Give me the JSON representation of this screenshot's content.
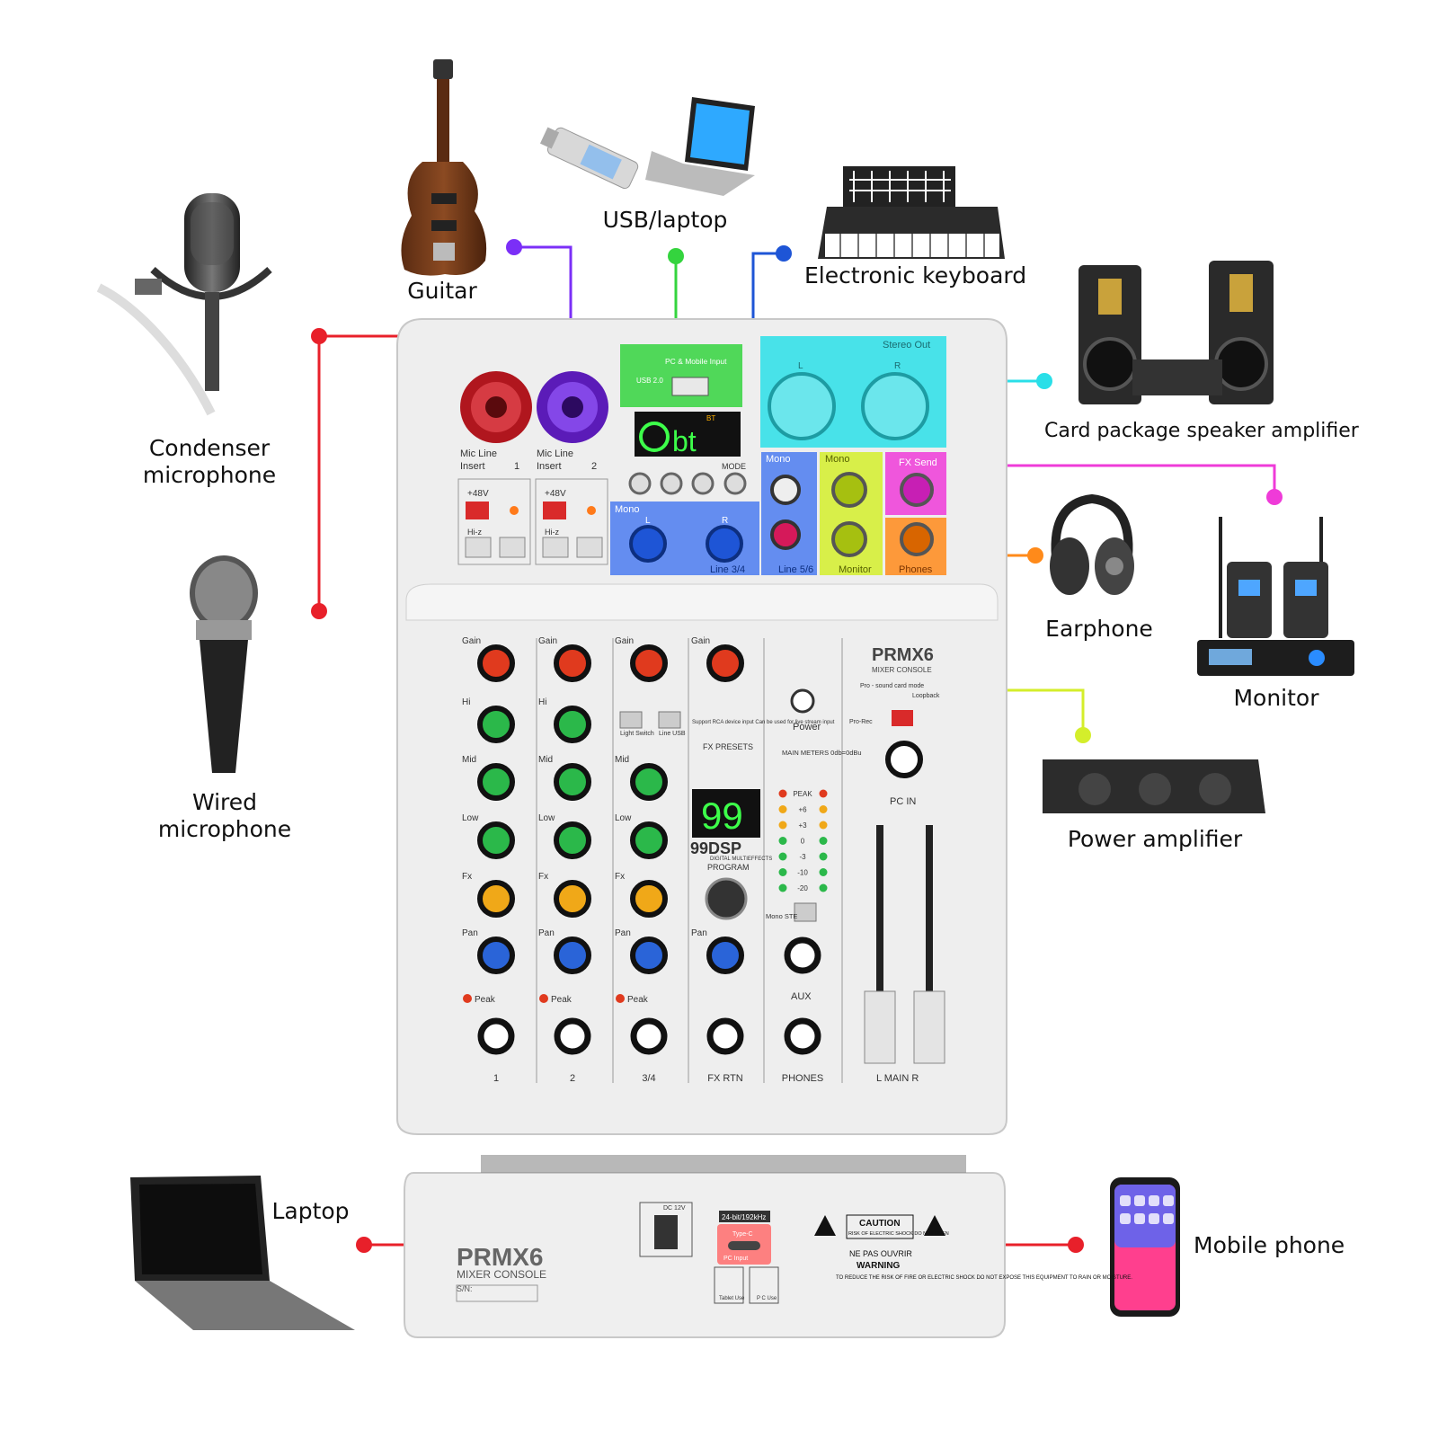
{
  "colors": {
    "red": "#e8202a",
    "purple": "#7b2ff7",
    "green": "#34d43e",
    "blue": "#1e55d6",
    "cyan": "#2adfe8",
    "magenta": "#ef3bd8",
    "orange": "#ff8a1a",
    "lime": "#d4ee2b",
    "panel": "#eeeeee",
    "panel_edge": "#bdbdbd",
    "display": "#111111",
    "segment": "#3dff4a"
  },
  "devices": {
    "condenser_mic": "Condenser\nmicrophone",
    "wired_mic": "Wired\nmicrophone",
    "guitar": "Guitar",
    "usb_laptop": "USB/laptop",
    "keyboard": "Electronic keyboard",
    "speaker": "Card package speaker amplifier",
    "earphone": "Earphone",
    "monitor": "Monitor",
    "power_amp": "Power amplifier",
    "laptop": "Laptop",
    "mobile": "Mobile phone"
  },
  "panel": {
    "brand": "PRMX6",
    "subtitle": "MIXER CONSOLE",
    "pc_input": "PC & Mobile Input",
    "usb": "USB 2.0",
    "bt_tag": "BT",
    "bt_display": "bt",
    "mode": "MODE",
    "stereo_out": "Stereo Out",
    "l": "L",
    "r": "R",
    "mono": "Mono",
    "fx_send": "FX Send",
    "line34": "Line 3/4",
    "line56": "Line 5/6",
    "monitor": "Monitor",
    "phones": "Phones",
    "mic_line": "Mic Line",
    "insert": "Insert",
    "ch1": "1",
    "ch2": "2",
    "phantom": "+48V",
    "hiz": "Hi-z"
  },
  "mixer": {
    "gain": "Gain",
    "hi": "Hi",
    "mid": "Mid",
    "low": "Low",
    "fx": "Fx",
    "pan": "Pan",
    "peak": "Peak",
    "channels": [
      "1",
      "2",
      "3/4",
      "FX RTN",
      "PHONES"
    ],
    "main": "L MAIN R",
    "power": "Power",
    "pro_sound": "Pro - sound card mode",
    "loopback": "Loopback",
    "pro_rec": "Pro-Rec",
    "pc_in": "PC IN",
    "light_switch": "Light Switch",
    "line_usb": "Line USB",
    "rca_note": "Support RCA device input Can be used for live stream input",
    "fx_presets": "FX PRESETS",
    "main_meters": "MAIN METERS 0db=0dBu",
    "meter_levels": [
      "PEAK",
      "+6",
      "+3",
      "0",
      "-3",
      "-10",
      "-20"
    ],
    "fx_number": "99",
    "dsp": "99DSP",
    "dsp_sub": "DIGITAL MULTIEFFECTS",
    "program": "PROGRAM",
    "aux": "AUX",
    "mono_ste": "Mono STE"
  },
  "rear": {
    "dc": "DC 12V",
    "bitrate": "24-bit/192kHz",
    "type_c": "Type-C",
    "pc_input": "PC Input",
    "tablet": "Tablet Use",
    "pc_use": "P C Use",
    "caution": "CAUTION",
    "caution_sub": "RISK OF ELECTRIC SHOCK DO NOT OPEN",
    "french": "NE PAS OUVRIR",
    "warning": "WARNING",
    "warning_text": "TO REDUCE THE RISK OF FIRE OR ELECTRIC SHOCK DO NOT EXPOSE THIS EQUIPMENT TO RAIN OR MOISTURE.",
    "sn": "S/N:"
  }
}
